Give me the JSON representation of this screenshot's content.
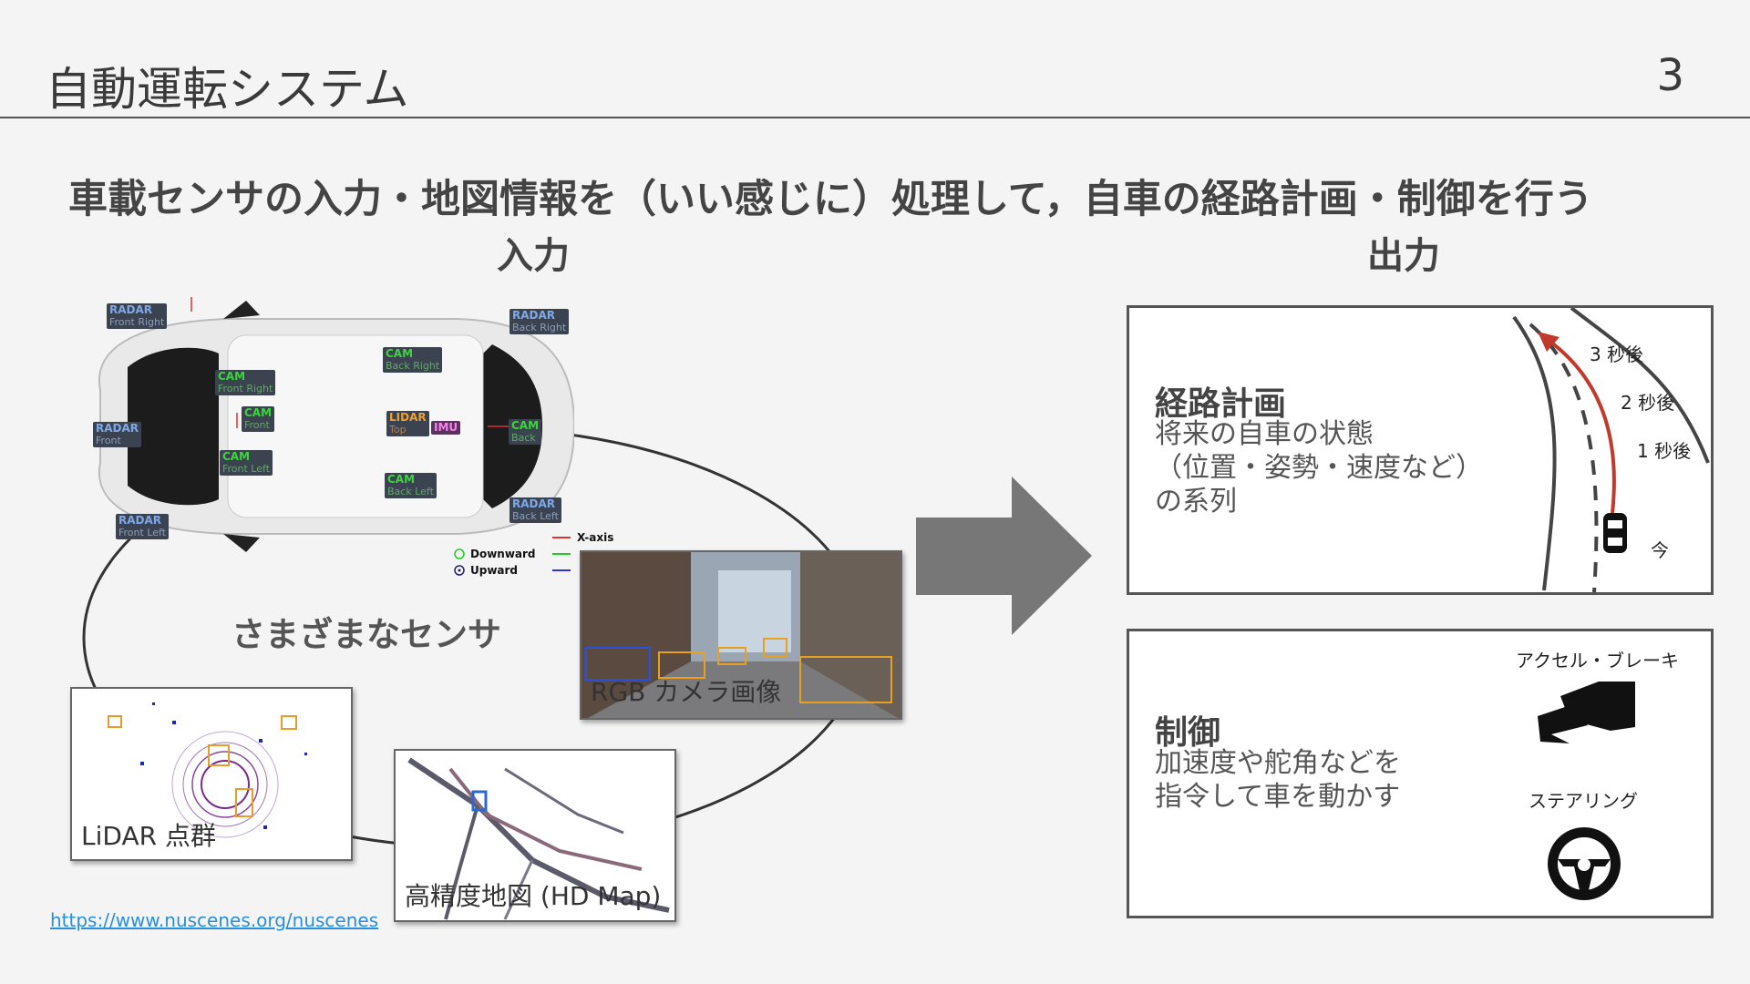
{
  "slide": {
    "title": "自動運転システム",
    "page_number": "3",
    "subtitle": "車載センサの入力・地図情報を（いい感じに）処理して，自車の経路計画・制御を行う",
    "input_heading": "入力",
    "output_heading": "出力"
  },
  "sensors": {
    "caption": "さまざまなセンサ",
    "tags": [
      {
        "type": "RADAR",
        "pos": "Front Right"
      },
      {
        "type": "RADAR",
        "pos": "Back Right"
      },
      {
        "type": "CAM",
        "pos": "Back Right"
      },
      {
        "type": "CAM",
        "pos": "Front Right"
      },
      {
        "type": "CAM",
        "pos": "Front"
      },
      {
        "type": "RADAR",
        "pos": "Front"
      },
      {
        "type": "LIDAR",
        "pos": "Top"
      },
      {
        "type": "IMU",
        "pos": ""
      },
      {
        "type": "CAM",
        "pos": "Back"
      },
      {
        "type": "CAM",
        "pos": "Front Left"
      },
      {
        "type": "CAM",
        "pos": "Back Left"
      },
      {
        "type": "RADAR",
        "pos": "Back Left"
      },
      {
        "type": "RADAR",
        "pos": "Front Left"
      }
    ],
    "legend": {
      "x_axis": "X-axis",
      "downward": "Downward",
      "upward": "Upward"
    }
  },
  "panels": {
    "lidar_label": "LiDAR 点群",
    "map_label": "高精度地図 (HD Map)",
    "camera_label": "RGB カメラ画像"
  },
  "source_link": "https://www.nuscenes.org/nuscenes",
  "planning": {
    "heading": "経路計画",
    "lines": [
      "将来の自車の状態",
      "（位置・姿勢・速度など）",
      "の系列"
    ],
    "timeline": {
      "t3": "3 秒後",
      "t2": "2 秒後",
      "t1": "1 秒後",
      "now": "今"
    }
  },
  "control": {
    "heading": "制御",
    "lines": [
      "加速度や舵角などを",
      "指令して車を動かす"
    ],
    "pedal_label": "アクセル・ブレーキ",
    "steering_label": "ステアリング"
  },
  "colors": {
    "arrow": "#777777",
    "path": "#c0392b",
    "link": "#2a8fd8"
  }
}
